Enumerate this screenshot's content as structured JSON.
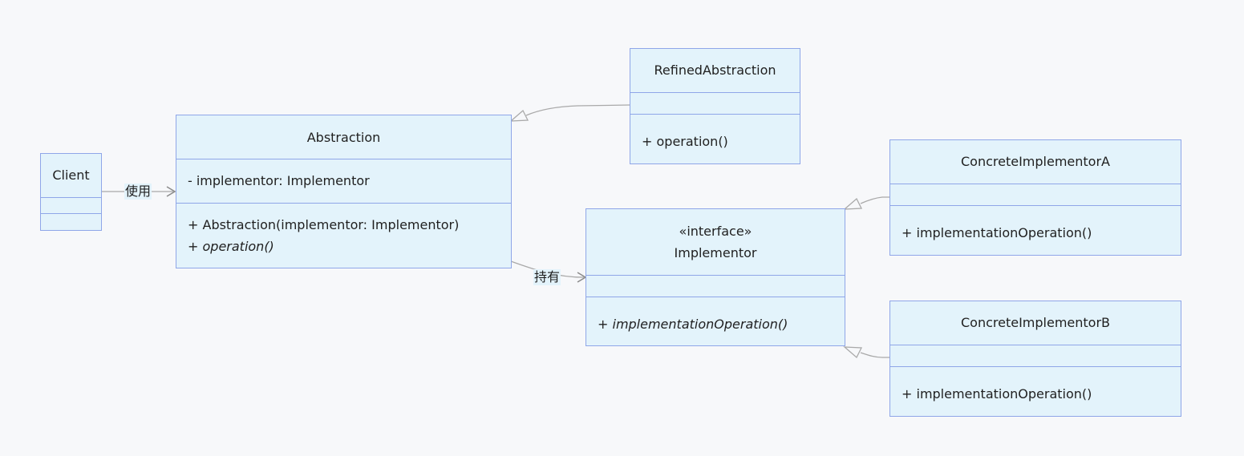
{
  "classes": {
    "client": {
      "name": "Client"
    },
    "abstraction": {
      "name": "Abstraction",
      "attributes": [
        "- implementor: Implementor"
      ],
      "methods": [
        "+ Abstraction(implementor: Implementor)",
        "+ operation()"
      ]
    },
    "refined": {
      "name": "RefinedAbstraction",
      "methods": [
        "+ operation()"
      ]
    },
    "implementor": {
      "stereotype": "«interface»",
      "name": "Implementor",
      "methods": [
        "+ implementationOperation()"
      ]
    },
    "concrete_a": {
      "name": "ConcreteImplementorA",
      "methods": [
        "+ implementationOperation()"
      ]
    },
    "concrete_b": {
      "name": "ConcreteImplementorB",
      "methods": [
        "+ implementationOperation()"
      ]
    }
  },
  "relations": {
    "uses_label": "使用",
    "holds_label": "持有"
  }
}
